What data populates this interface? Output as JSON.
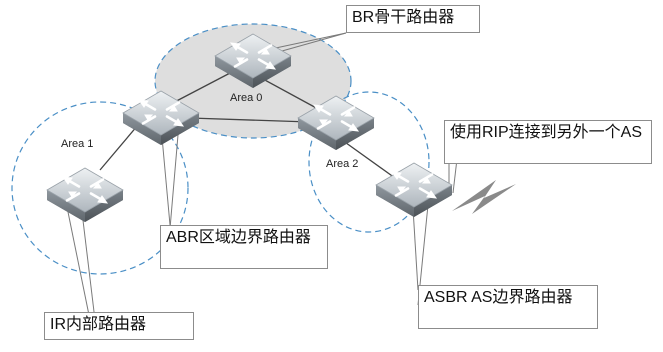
{
  "areas": {
    "area0": "Area 0",
    "area1": "Area 1",
    "area2": "Area 2"
  },
  "callouts": {
    "br": "BR骨干路由器",
    "rip": "使用RIP连接到另外一个AS",
    "abr": "ABR区域边界路由器",
    "asbr": "ASBR AS边界路由器",
    "ir": "IR内部路由器"
  },
  "colors": {
    "area_border": "#4a8fc6",
    "backbone_fill": "#dedede",
    "callout_line": "#7a7a7a",
    "link_line": "#444444",
    "lightning": "#8a8a8a"
  },
  "icons": {
    "router": "router-icon",
    "lightning": "lightning-icon"
  }
}
